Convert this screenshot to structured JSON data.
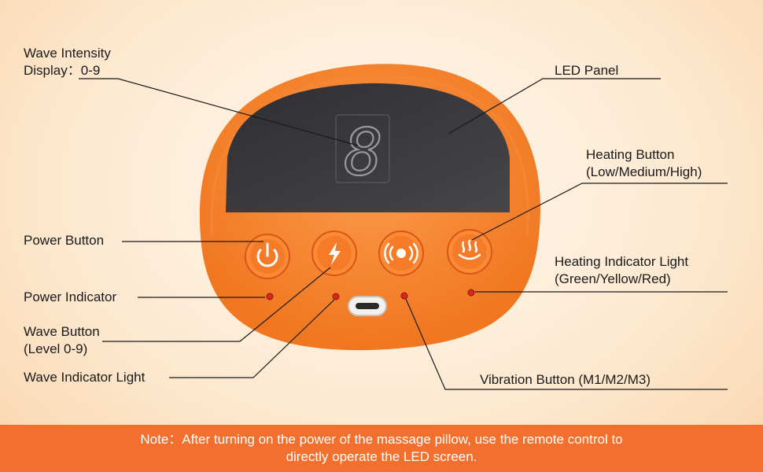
{
  "labels": {
    "wave_intensity_display": "Wave Intensity\nDisplay：0-9",
    "led_panel": "LED Panel",
    "heating_button": "Heating Button\n(Low/Medium/High)",
    "power_button": "Power Button",
    "heating_indicator": "Heating  Indicator Light\n(Green/Yellow/Red)",
    "power_indicator": "Power Indicator",
    "wave_button": "Wave Button\n(Level 0-9)",
    "wave_indicator": "Wave Indicator Light",
    "vibration_button": "Vibration Button (M1/M2/M3)"
  },
  "display": {
    "digit": "8"
  },
  "note": {
    "line1": "Note：After turning on the power of the massage pillow, use the remote control to",
    "line2": "directly operate the LED screen."
  },
  "colors": {
    "body_orange": "#f7822d",
    "panel_dark": "#3a3a3d",
    "note_bar": "#f26f2d",
    "indicator_red": "#d8261c"
  },
  "icons": {
    "power": "power-icon",
    "wave": "lightning-icon",
    "vibration": "vibration-icon",
    "heating": "heat-waves-icon"
  }
}
